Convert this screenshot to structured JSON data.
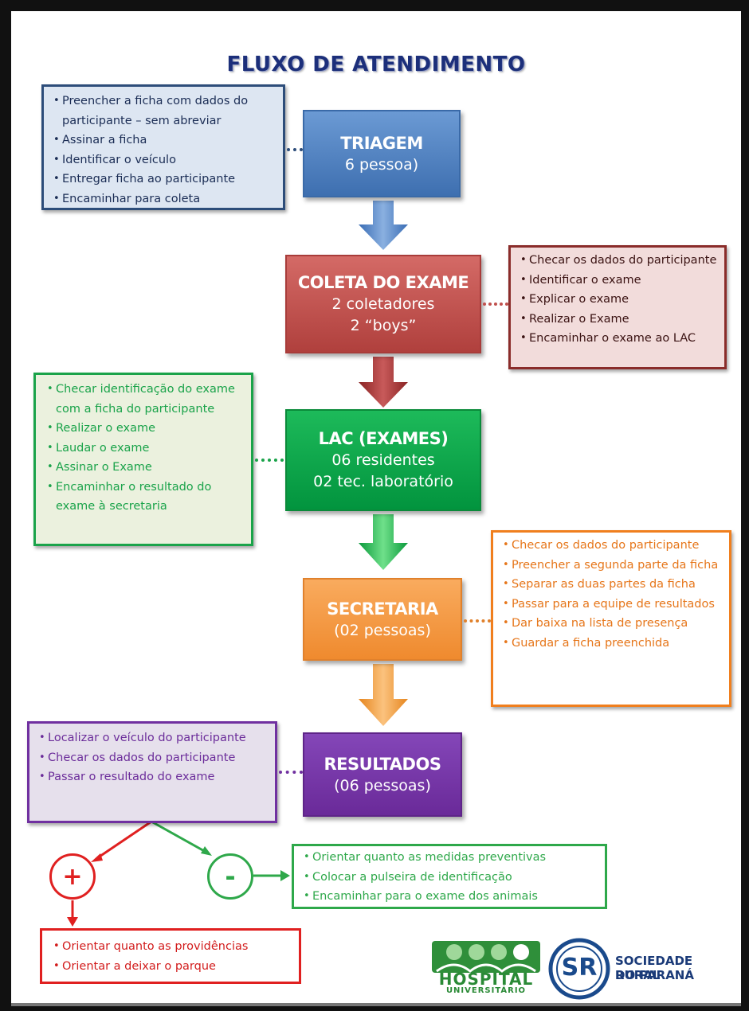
{
  "title": "FLUXO DE ATENDIMENTO",
  "colors": {
    "triagem": "#4f81bd",
    "coleta": "#c0504d",
    "lac": "#00a650",
    "secretaria": "#f79646",
    "resultados": "#7030a0",
    "positive": "#e02020",
    "negative": "#2ea84a"
  },
  "stages": [
    {
      "name": "TRIAGEM",
      "lines": [
        "6 pessoa)"
      ]
    },
    {
      "name": "COLETA DO EXAME",
      "lines": [
        "2 coletadores",
        "2 “boys”"
      ]
    },
    {
      "name": "LAC (EXAMES)",
      "lines": [
        "06 residentes",
        "02 tec. laboratório"
      ]
    },
    {
      "name": "SECRETARIA",
      "lines": [
        "(02 pessoas)"
      ]
    },
    {
      "name": "RESULTADOS",
      "lines": [
        "(06 pessoas)"
      ]
    }
  ],
  "notes": {
    "triagem": [
      "Preencher a ficha com dados do participante – sem abreviar",
      "Assinar a ficha",
      "Identificar o veículo",
      "Entregar ficha  ao participante",
      "Encaminhar para coleta"
    ],
    "coleta": [
      "Checar os dados do participante",
      "Identificar o exame",
      "Explicar o exame",
      "Realizar o Exame",
      "Encaminhar o exame ao LAC"
    ],
    "lac": [
      "Checar identificação do exame com a ficha do participante",
      "Realizar o exame",
      "Laudar o exame",
      "Assinar o Exame",
      "Encaminhar o resultado do exame à secretaria"
    ],
    "secretaria": [
      "Checar os dados do participante",
      "Preencher a segunda parte da ficha",
      "Separar as duas partes da ficha",
      "Passar para a equipe de resultados",
      "Dar baixa na lista de presença",
      "Guardar a ficha preenchida"
    ],
    "resultados": [
      "Localizar o veículo do participante",
      "Checar os dados do participante",
      "Passar o resultado do exame"
    ],
    "negative": [
      "Orientar quanto as medidas preventivas",
      "Colocar a pulseira de identificação",
      "Encaminhar para o exame dos animais"
    ],
    "positive": [
      "Orientar quanto as providências",
      "Orientar a deixar o parque"
    ]
  },
  "outcomes": {
    "positive": "+",
    "negative": "-"
  },
  "logos": {
    "hospital": [
      "HOSPITAL",
      "UNIVERSITÁRIO"
    ],
    "society": [
      "SOCIEDADE RURAL",
      "DO PARANÁ"
    ],
    "society_mark": "SR"
  }
}
